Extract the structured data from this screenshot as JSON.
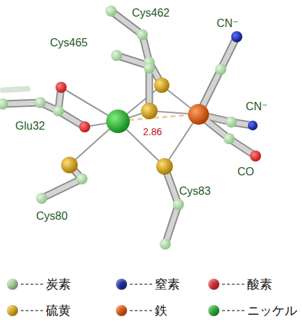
{
  "diagram": {
    "labels": [
      "Cys462",
      "Cys465",
      "CN⁻",
      "Glu32",
      "2.86",
      "CN⁻",
      "CO",
      "Cys83",
      "Cys80"
    ],
    "legend": [
      {
        "text": "炭素",
        "color": "#a8d8a0"
      },
      {
        "text": "窒素",
        "color": "#1a2fa8"
      },
      {
        "text": "酸素",
        "color": "#e03030"
      },
      {
        "text": "硫黄",
        "color": "#e0b020"
      },
      {
        "text": "鉄",
        "color": "#e05a10"
      },
      {
        "text": "ニッケル",
        "color": "#2fae3a"
      }
    ]
  }
}
